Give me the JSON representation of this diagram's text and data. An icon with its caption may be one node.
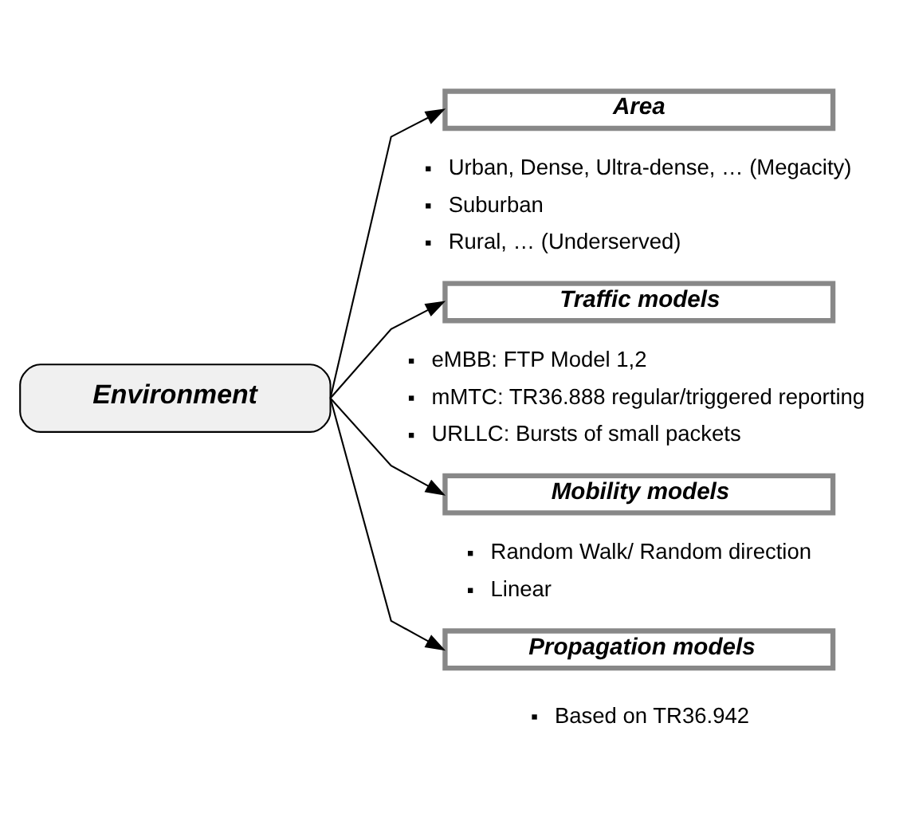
{
  "diagram": {
    "nodes": [
      {
        "text": [
          "Environment"
        ]
      },
      {
        "text": [
          "Area"
        ],
        "beside": [
          "Urban, Dense, Ultra-dense, … (Megacity)",
          "Suburban",
          "Rural, … (Underserved)"
        ]
      },
      {
        "text": [
          "Traffic models"
        ],
        "beside": [
          "eMBB: FTP Model 1,2",
          "mMTC: TR36.888 regular/triggered reporting",
          "URLLC: Bursts of small packets"
        ]
      },
      {
        "text": [
          "Mobility models"
        ],
        "beside": [
          "Random Walk/ Random direction",
          "Linear"
        ]
      },
      {
        "text": [
          "Propagation models"
        ],
        "beside": [
          "Based on TR36.942"
        ]
      }
    ],
    "edges": [
      {
        "from": 0,
        "to": 1,
        "arrow": "to"
      },
      {
        "from": 0,
        "to": 2,
        "arrow": "to"
      },
      {
        "from": 0,
        "to": 3,
        "arrow": "to"
      },
      {
        "from": 0,
        "to": 4,
        "arrow": "to"
      }
    ]
  }
}
